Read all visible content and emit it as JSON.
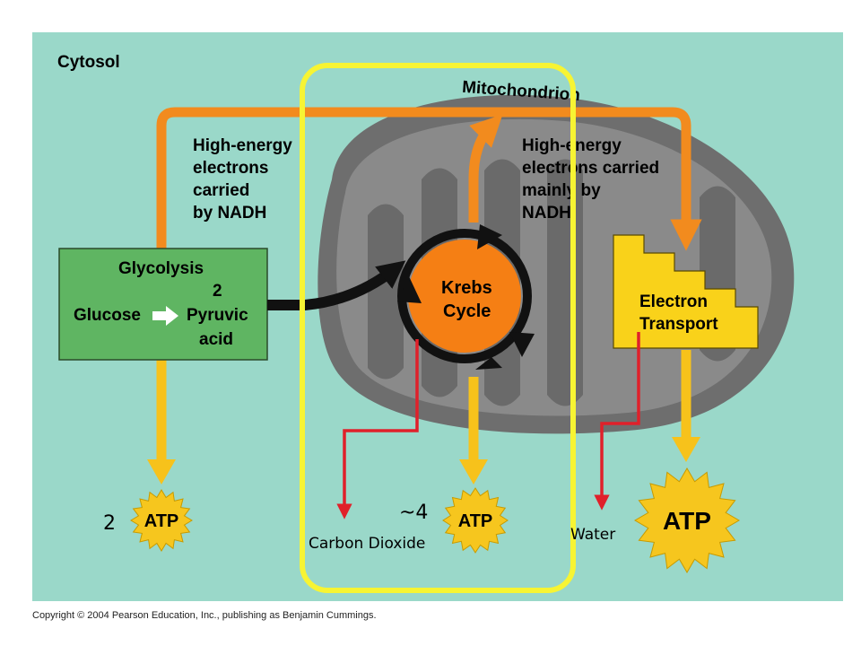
{
  "diagram": {
    "cytosol_label": "Cytosol",
    "mitochondrion_label": "Mitochondrion",
    "high_energy_left": [
      "High-energy",
      "electrons",
      "carried",
      "by NADH"
    ],
    "high_energy_right": [
      "High-energy",
      "electrons carried",
      "mainly by",
      "NADH"
    ],
    "glycolysis": {
      "title": "Glycolysis",
      "number": "2",
      "glucose": "Glucose",
      "pyruvic": "Pyruvic",
      "acid": "acid"
    },
    "krebs": [
      "Krebs",
      "Cycle"
    ],
    "electron_transport": [
      "Electron",
      "Transport"
    ],
    "atp_label": "ATP",
    "atp_count_glycolysis": "2",
    "atp_count_krebs": "~4",
    "carbon_dioxide": "Carbon Dioxide",
    "water": "Water",
    "copyright": "Copyright © 2004 Pearson Education, Inc., publishing as Benjamin Cummings.",
    "colors": {
      "background": "#9ad8c9",
      "mitochondrion": "#6e6e6e",
      "orange_arrow": "#f28b1e",
      "yellow_arrow": "#f7c21b",
      "glycolysis_box": "#5fb562",
      "krebs": "#f57f14",
      "electron_transport": "#f9d21a",
      "atp": "#f6c61e",
      "highlight": "#f7f433",
      "red_arrow": "#e0202a"
    }
  }
}
